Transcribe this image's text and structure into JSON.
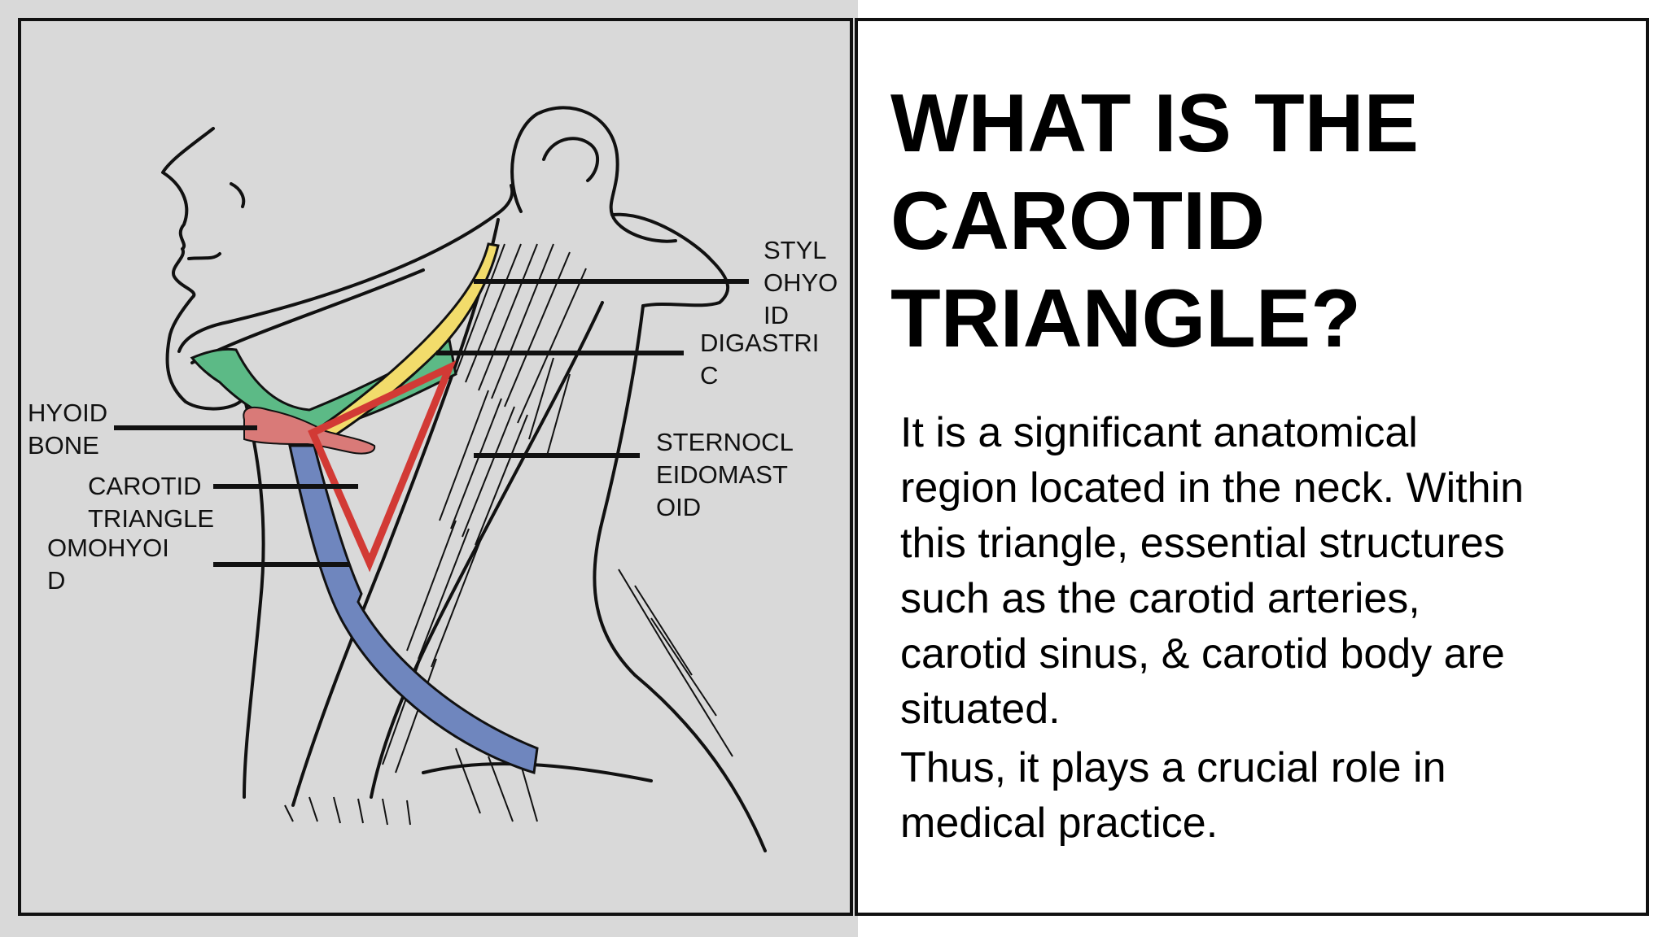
{
  "title_lines": [
    "WHAT IS THE",
    "CAROTID",
    "TRIANGLE?"
  ],
  "description": {
    "paragraph1_lines": [
      "It is a significant anatomical",
      "region located in the neck. Within",
      "this triangle, essential structures",
      "such as the carotid arteries,",
      "carotid sinus, & carotid body are",
      "situated."
    ],
    "paragraph2_lines": [
      "Thus, it plays a crucial role in",
      "medical practice."
    ]
  },
  "diagram_labels": {
    "stylohyoid": [
      "STYL",
      "OHYO",
      "ID"
    ],
    "digastric": [
      "DIGASTRI",
      "C"
    ],
    "sternocleidomastoid": [
      "STERNOCL",
      "EIDOMAST",
      "OID"
    ],
    "hyoid_bone": [
      "HYOID",
      "BONE"
    ],
    "carotid_triangle": [
      "CAROTID",
      "TRIANGLE"
    ],
    "omohyoid": [
      "OMOHYOI",
      "D"
    ]
  },
  "colors": {
    "left_panel_background": "#d9d9d9",
    "right_panel_background": "#ffffff",
    "frame": "#111111",
    "digastric_green": "#5cba86",
    "stylohyoid_yellow": "#f2dc6b",
    "omohyoid_blue": "#6f86be",
    "hyoid_bone_pink": "#d97a78",
    "carotid_triangle_red": "#d23a35",
    "outline": "#111111"
  }
}
